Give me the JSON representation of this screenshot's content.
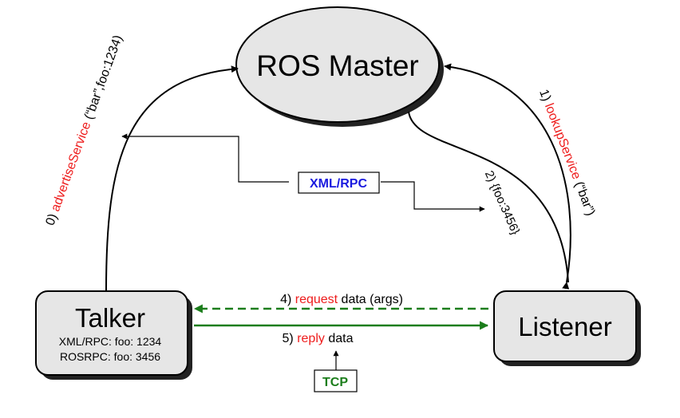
{
  "nodes": {
    "master": {
      "label": "ROS Master"
    },
    "talker": {
      "label": "Talker",
      "line1": "XML/RPC: foo: 1234",
      "line2": "ROSRPC: foo: 3456"
    },
    "listener": {
      "label": "Listener"
    }
  },
  "protocols": {
    "xmlrpc": "XML/RPC",
    "tcp": "TCP"
  },
  "steps": {
    "advertise": {
      "num": "0) ",
      "call": "advertiseService",
      "args": " (“bar”,foo:1234)"
    },
    "lookup": {
      "num": "1) ",
      "call": "lookupService",
      "args": " (“bar”)"
    },
    "response": {
      "text": "2) {foo:3456}"
    },
    "request": {
      "num": "4) ",
      "call": "request",
      "args": " data (args)"
    },
    "reply": {
      "num": "5) ",
      "call": "reply",
      "args": " data"
    }
  },
  "colors": {
    "call_red": "#ee1c1c",
    "xmlrpc_blue": "#1a1adf",
    "tcp_green": "#1b7d1b",
    "node_fill": "#e6e6e6"
  }
}
